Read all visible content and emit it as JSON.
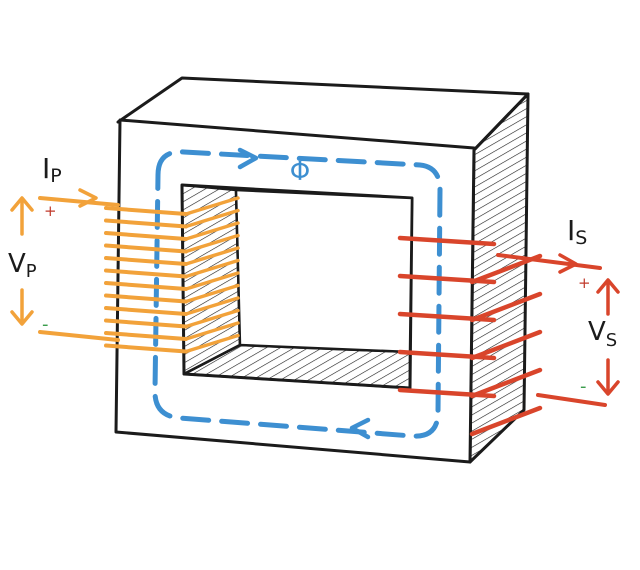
{
  "diagram": {
    "flux_symbol": "Φ",
    "primary": {
      "current_main": "I",
      "current_sub": "P",
      "voltage_main": "V",
      "voltage_sub": "P",
      "plus": "+",
      "minus": "-"
    },
    "secondary": {
      "current_main": "I",
      "current_sub": "S",
      "voltage_main": "V",
      "voltage_sub": "S",
      "plus": "+",
      "minus": "-"
    }
  },
  "colors": {
    "primary_winding": "#f2a23a",
    "secondary_winding": "#d9452b",
    "flux": "#3d8fd1",
    "outline": "#1b1b1b",
    "polarity_mark": "#c0392b",
    "minus_mark": "#3a9d4c"
  },
  "icons": {
    "primary_voltage_arrows": "double-arrow-icon",
    "secondary_voltage_arrows": "double-arrow-icon",
    "flux_arrows": "arrowhead-icon"
  }
}
